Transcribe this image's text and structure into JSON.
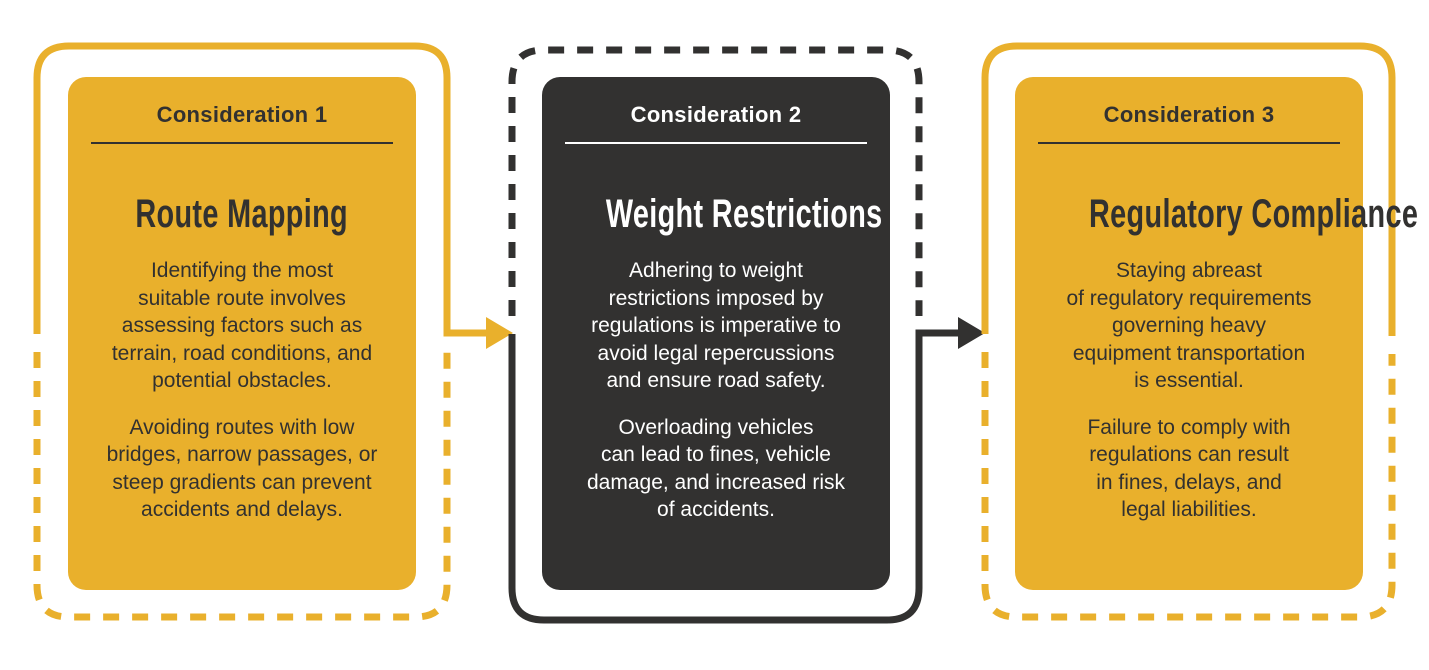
{
  "colors": {
    "accent_yellow": "#E9B02C",
    "dark": "#323130",
    "text_on_yellow": "#323130",
    "text_on_dark": "#FFFFFF",
    "background": "#FFFFFF"
  },
  "cards": [
    {
      "header": "Consideration 1",
      "title": "Route Mapping",
      "theme": "yellow",
      "paragraphs": [
        "Identifying the most\nsuitable route involves\nassessing factors such as\nterrain, road conditions, and\npotential obstacles.",
        "Avoiding routes with low\nbridges, narrow passages, or\nsteep gradients can prevent\naccidents and delays."
      ]
    },
    {
      "header": "Consideration 2",
      "title": "Weight Restrictions",
      "theme": "dark",
      "paragraphs": [
        "Adhering to weight\nrestrictions imposed by\nregulations is imperative to\navoid legal repercussions\nand ensure road safety.",
        "Overloading vehicles\ncan lead to fines, vehicle\ndamage, and increased risk\nof accidents."
      ]
    },
    {
      "header": "Consideration 3",
      "title": "Regulatory Compliance",
      "theme": "yellow",
      "paragraphs": [
        "Staying abreast\nof regulatory requirements\ngoverning heavy\nequipment transportation\nis essential.",
        "Failure to comply with\nregulations can result\nin fines, delays, and\nlegal liabilities."
      ]
    }
  ],
  "connectors": [
    {
      "from": "Consideration 1",
      "to": "Consideration 2",
      "color": "#E9B02C"
    },
    {
      "from": "Consideration 2",
      "to": "Consideration 3",
      "color": "#323130"
    }
  ]
}
